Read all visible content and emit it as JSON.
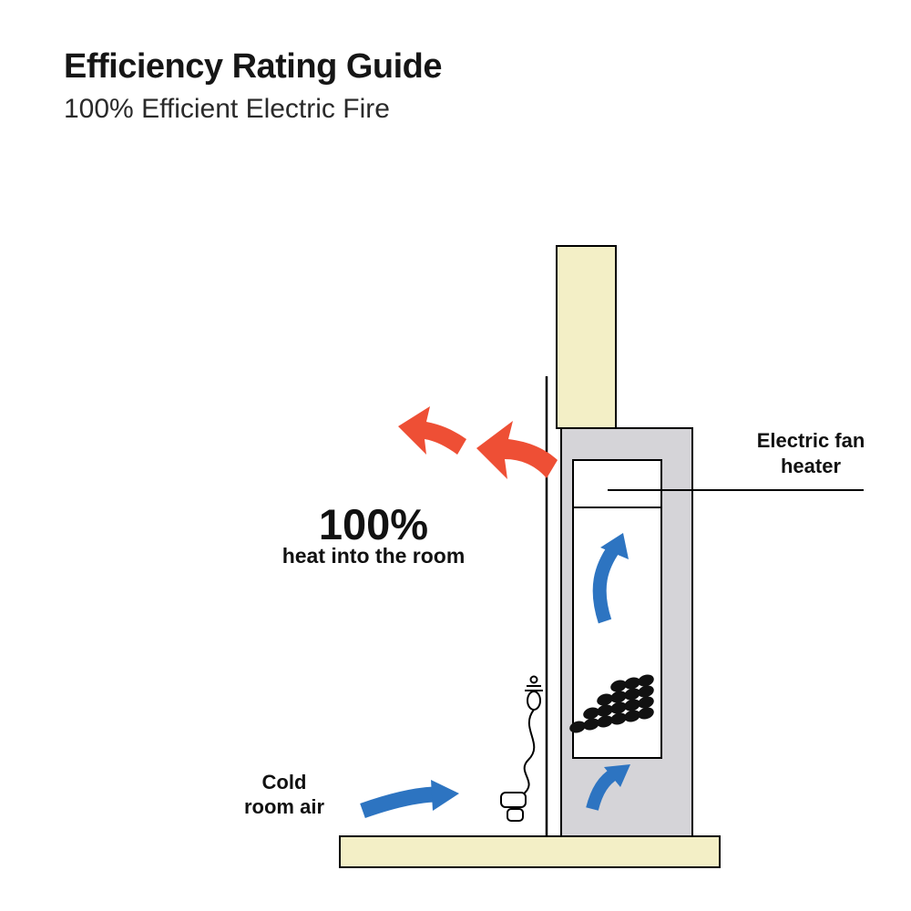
{
  "header": {
    "title": "Efficiency Rating Guide",
    "subtitle": "100% Efficient Electric Fire"
  },
  "labels": {
    "efficiency_value": "100%",
    "efficiency_caption": "heat into the room",
    "fan_heater_line1": "Electric fan",
    "fan_heater_line2": "heater",
    "cold_air_line1": "Cold",
    "cold_air_line2": "room air"
  },
  "colors": {
    "warm_air_arrow": "#ee4f35",
    "cool_air_arrow": "#2d74c1",
    "wall_and_floor": "#f3efc6",
    "surround_gray": "#d5d4d8",
    "firebox_white": "#ffffff",
    "coals_black": "#111111",
    "outline": "#000000"
  }
}
